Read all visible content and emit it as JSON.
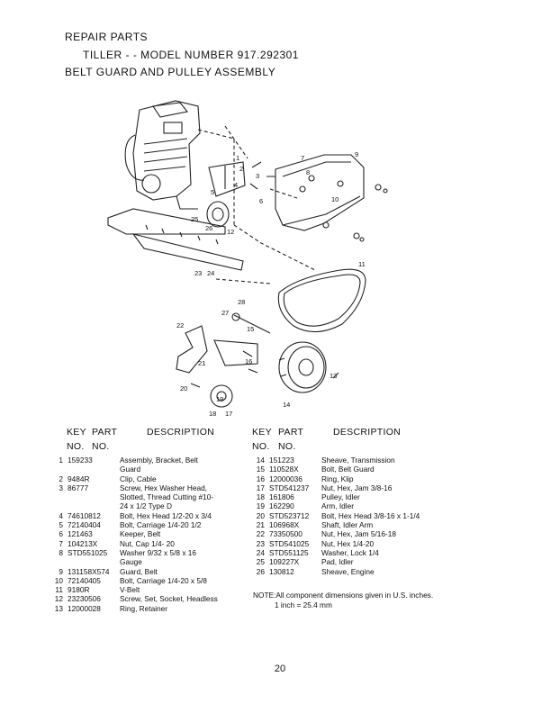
{
  "header": {
    "line1": "REPAIR PARTS",
    "line2": "TILLER - - MODEL NUMBER 917.292301",
    "line3": "BELT GUARD AND PULLEY ASSEMBLY"
  },
  "diagram": {
    "callouts": [
      "1",
      "2",
      "3",
      "4",
      "5",
      "6",
      "7",
      "8",
      "9",
      "10",
      "11",
      "12",
      "13",
      "14",
      "15",
      "16",
      "17",
      "18",
      "19",
      "20",
      "21",
      "22",
      "23",
      "24",
      "25",
      "26",
      "27",
      "28"
    ]
  },
  "columns": {
    "key": "KEY",
    "no": "NO.",
    "part": "PART",
    "part_no": "NO.",
    "description": "DESCRIPTION"
  },
  "parts_left": [
    {
      "key": "1",
      "part": "159233",
      "desc": [
        "Assembly, Bracket, Belt",
        "Guard"
      ]
    },
    {
      "key": "2",
      "part": "9484R",
      "desc": [
        "Clip, Cable"
      ]
    },
    {
      "key": "3",
      "part": "86777",
      "desc": [
        "Screw, Hex Washer Head,",
        "Slotted, Thread Cutting #10-",
        "24 x 1/2 Type D"
      ]
    },
    {
      "key": "4",
      "part": "74610812",
      "desc": [
        "Bolt, Hex Head 1/2-20 x 3/4"
      ]
    },
    {
      "key": "5",
      "part": "72140404",
      "desc": [
        "Bolt, Carriage 1/4-20 1/2"
      ]
    },
    {
      "key": "6",
      "part": "121463",
      "desc": [
        "Keeper, Belt"
      ]
    },
    {
      "key": "7",
      "part": "104213X",
      "desc": [
        "Nut, Cap 1/4- 20"
      ]
    },
    {
      "key": "8",
      "part": "STD551025",
      "desc": [
        "Washer 9/32 x 5/8 x 16",
        "Gauge"
      ]
    },
    {
      "key": "9",
      "part": "131158X574",
      "desc": [
        "Guard, Belt"
      ]
    },
    {
      "key": "10",
      "part": "72140405",
      "desc": [
        "Bolt, Carriage 1/4-20 x 5/8"
      ]
    },
    {
      "key": "11",
      "part": "9180R",
      "desc": [
        "V-Belt"
      ]
    },
    {
      "key": "12",
      "part": "23230506",
      "desc": [
        "Screw, Set, Socket, Headless"
      ]
    },
    {
      "key": "13",
      "part": "12000028",
      "desc": [
        "Ring, Retainer"
      ]
    }
  ],
  "parts_right": [
    {
      "key": "14",
      "part": "151223",
      "desc": [
        "Sheave, Transmission"
      ]
    },
    {
      "key": "15",
      "part": "110528X",
      "desc": [
        "Bolt, Belt Guard"
      ]
    },
    {
      "key": "16",
      "part": "12000036",
      "desc": [
        "Ring, Klip"
      ]
    },
    {
      "key": "17",
      "part": "STD541237",
      "desc": [
        "Nut, Hex, Jam 3/8-16"
      ]
    },
    {
      "key": "18",
      "part": "161806",
      "desc": [
        "Pulley, Idler"
      ]
    },
    {
      "key": "19",
      "part": "162290",
      "desc": [
        "Arm, Idler"
      ]
    },
    {
      "key": "20",
      "part": "STD523712",
      "desc": [
        "Bolt, Hex Head 3/8-16 x 1-1/4"
      ]
    },
    {
      "key": "21",
      "part": "106968X",
      "desc": [
        "Shaft, Idler Arm"
      ]
    },
    {
      "key": "22",
      "part": "73350500",
      "desc": [
        "Nut, Hex, Jam 5/16-18"
      ]
    },
    {
      "key": "23",
      "part": "STD541025",
      "desc": [
        "Nut, Hex 1/4-20"
      ]
    },
    {
      "key": "24",
      "part": "STD551125",
      "desc": [
        "Washer, Lock 1/4"
      ]
    },
    {
      "key": "25",
      "part": "109227X",
      "desc": [
        "Pad, Idler"
      ]
    },
    {
      "key": "26",
      "part": "130812",
      "desc": [
        "Sheave, Engine"
      ]
    }
  ],
  "note": {
    "line1": "NOTE:All component dimensions given in U.S. inches.",
    "line2": "1 inch = 25.4 mm"
  },
  "page_number": "20"
}
